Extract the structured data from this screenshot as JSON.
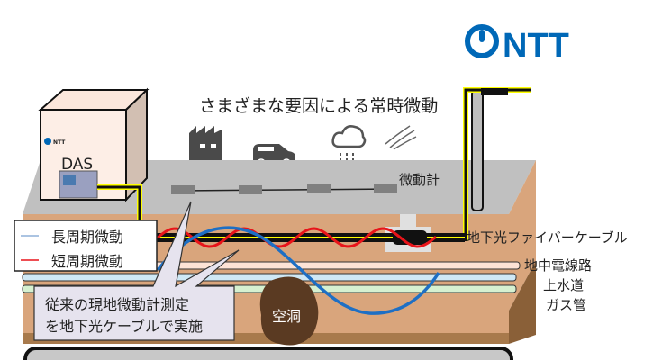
{
  "logo": {
    "text": "NTT",
    "color": "#0068b7"
  },
  "title": "さまざまな要因による常時微動",
  "das": {
    "label": "DAS",
    "badge": "NTT"
  },
  "icons": [
    "factory-icon",
    "van-icon",
    "rain-cloud-icon",
    "wind-icon"
  ],
  "sensor_label": "微動計",
  "legend": [
    {
      "label": "長周期微動",
      "color": "#1e6fc4"
    },
    {
      "label": "短周期微動",
      "color": "#e8141a"
    }
  ],
  "callout": {
    "line1": "従来の現地微動計測定",
    "line2": "を地下光ケーブルで実施"
  },
  "cavity_label": "空洞",
  "layers": {
    "fiber": "地下光ファイバーケーブル",
    "power": "地中電線路",
    "water": "上水道",
    "gas": "ガス管"
  },
  "colors": {
    "ground_top": "#c0c0c0",
    "soil": "#d9a57c",
    "soil_dark": "#8a6038",
    "cavity": "#5a3a22",
    "fiber_yellow": "#ffff00"
  }
}
